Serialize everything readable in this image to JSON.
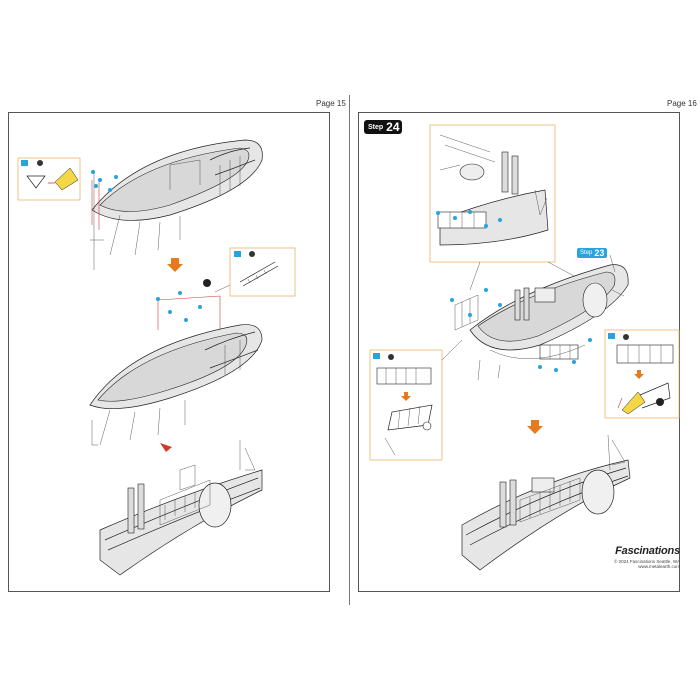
{
  "pages": {
    "left": {
      "label": "Page 15"
    },
    "right": {
      "label": "Page 16"
    }
  },
  "steps": {
    "main": {
      "word": "Step",
      "number": "24"
    },
    "sub": {
      "word": "Step",
      "number": "23"
    }
  },
  "brand": {
    "name": "Fascinations",
    "copyright": "© 2024 Fascinations Seattle, WA",
    "url": "www.metalearth.com"
  },
  "colors": {
    "accent_blue": "#28a3df",
    "arrow_orange": "#e87a1e",
    "callout_border": "#e8b86a",
    "step_badge": "#111111"
  }
}
